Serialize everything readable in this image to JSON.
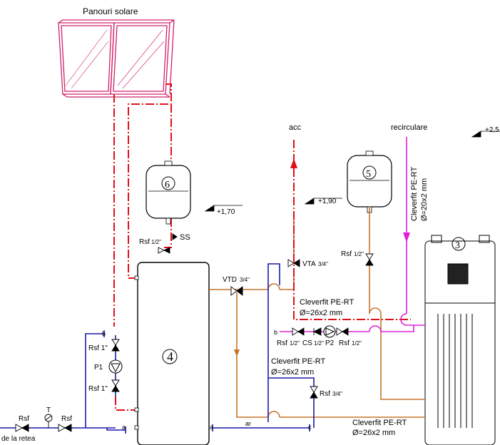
{
  "colors": {
    "solar_loop": "#e0101a",
    "cold_water": "#1a1aa8",
    "heating": "#c8742a",
    "recirculation": "#e020d8",
    "outline": "#000000",
    "panel": "#d0206a"
  },
  "labels": {
    "panels": "Panouri solare",
    "acc": "acc",
    "recirc": "recirculare",
    "level_top": "+2,5",
    "level_190": "+1,90",
    "level_170": "+1,70",
    "vessel_6": "6",
    "vessel_5": "5",
    "tank_4": "4",
    "heatpump_3": "3",
    "rsf_half_a": "Rsf",
    "rsf_half_b": "Rsf",
    "frac_half": "1/2\"",
    "ss": "SS",
    "vta": "VTA",
    "vtd": "VTD",
    "frac_3_4": "3/4\"",
    "rsf_1_top": "Rsf 1\"",
    "rsf_1_bottom": "Rsf 1\"",
    "p1": "P1",
    "p2": "P2",
    "cs": "CS",
    "b1": "b",
    "b2": "b",
    "a1": "a",
    "a2": "a",
    "c": "c",
    "ar": "ar",
    "t": "T",
    "rsf_left_1": "Rsf",
    "rsf_left_2": "Rsf",
    "de_la_retea": "de la retea",
    "pipe_1_name": "Cleverfit PE-RT",
    "pipe_1_size": "Ø=26x2 mm",
    "pipe_2_name": "Cleverfit PE-RT",
    "pipe_2_size": "Ø=26x2 mm",
    "pipe_3_name": "Cleverfit PE-RT",
    "pipe_3_size": "Ø=26x2 mm",
    "pipe_vert_name": "Cleverfit PE-RT",
    "pipe_vert_size": "Ø=20x2 mm",
    "rsf_3_4": "Rsf"
  }
}
